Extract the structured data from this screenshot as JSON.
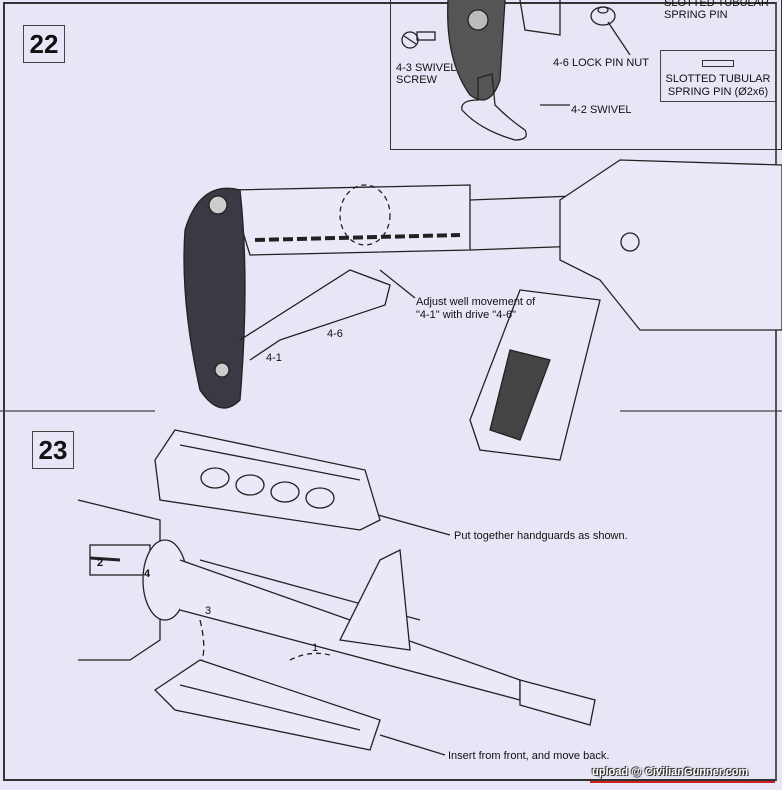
{
  "steps": [
    {
      "number": "22"
    },
    {
      "number": "23"
    }
  ],
  "step22": {
    "inset_labels": {
      "slotted_pin_top": "SLOTTED TUBULAR\nSPRING PIN",
      "swivel_screw": "4-3 SWIVEL\nSCREW",
      "lock_pin_nut": "4-6 LOCK PIN NUT",
      "swivel": "4-2 SWIVEL",
      "pin_legend": "SLOTTED TUBULAR\nSPRING PIN (Ø2x6)"
    },
    "note": "Adjust well movement of\n\"4-1\" with drive \"4-6\"",
    "part_labels": {
      "p41": "4-1",
      "p46": "4-6"
    }
  },
  "step23": {
    "note_handguards": "Put together handguards as shown.",
    "note_insert": "Insert from front, and move back.",
    "sequence_labels": {
      "s1": "1",
      "s2": "2",
      "s3": "3",
      "s4": "4"
    }
  },
  "watermark": "upload @ CivilianGunner.com"
}
